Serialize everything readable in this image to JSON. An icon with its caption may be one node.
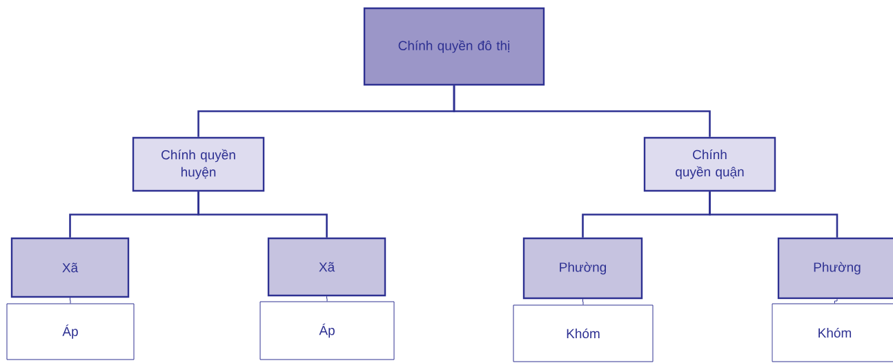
{
  "diagram": {
    "nodes": [
      {
        "text": [
          "Chính quyền đô thị"
        ]
      },
      {
        "text": [
          "Chính quyền huyện"
        ]
      },
      {
        "text": [
          "Chính quyền quận"
        ]
      },
      {
        "text": [
          "Xã"
        ]
      },
      {
        "text": [
          "Xã"
        ]
      },
      {
        "text": [
          "Phường"
        ]
      },
      {
        "text": [
          "Phường"
        ]
      },
      {
        "text": [
          "Áp"
        ]
      },
      {
        "text": [
          "Áp"
        ]
      },
      {
        "text": [
          "Khóm"
        ]
      },
      {
        "text": [
          "Khóm"
        ]
      }
    ],
    "edges": [
      {
        "from": 0,
        "to": 1,
        "arrow": "none"
      },
      {
        "from": 0,
        "to": 2,
        "arrow": "none"
      },
      {
        "from": 1,
        "to": 3,
        "arrow": "none"
      },
      {
        "from": 1,
        "to": 4,
        "arrow": "none"
      },
      {
        "from": 2,
        "to": 5,
        "arrow": "none"
      },
      {
        "from": 2,
        "to": 6,
        "arrow": "none"
      },
      {
        "from": 3,
        "to": 7,
        "arrow": "none"
      },
      {
        "from": 4,
        "to": 8,
        "arrow": "none"
      },
      {
        "from": 5,
        "to": 9,
        "arrow": "none"
      },
      {
        "from": 6,
        "to": 10,
        "arrow": "none"
      }
    ]
  }
}
